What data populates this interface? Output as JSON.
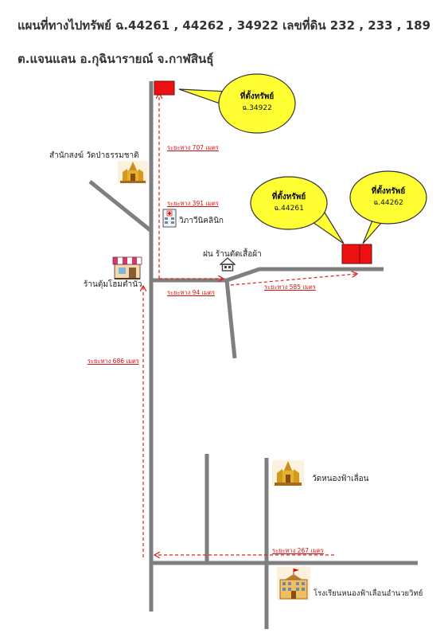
{
  "title": {
    "line1": "แผนที่ทางไปทรัพย์  ฉ.44261 , 44262 , 34922   เลขที่ดิน  232 , 233 , 189",
    "line2": "ต.แจนแลน  อ.กุฉินารายณ์  จ.กาฬสินธุ์"
  },
  "callouts": [
    {
      "label": "ที่ตั้งทรัพย์",
      "code": "ฉ.34922"
    },
    {
      "label": "ที่ตั้งทรัพย์",
      "code": "ฉ.44261"
    },
    {
      "label": "ที่ตั้งทรัพย์",
      "code": "ฉ.44262"
    }
  ],
  "landmarks": {
    "temple_top": "สำนักสงฆ์ วัดป่าธรรมชาติ",
    "clinic": "วิภาวีนิคลินิก",
    "tailor": "ฝน ร้านตัดเสื้อผ้า",
    "noodle_shop": "ร้านตุ้มโฮมตำนัว",
    "temple_bottom": "วัดหนองฟ้าเลื่อน",
    "school": "โรงเรียนหนองฟ้าเลื่อนอำนวยวิทย์"
  },
  "distances": {
    "d707": "ระยะทาง 707  เมตร",
    "d391": "ระยะทาง 391  เมตร",
    "d94": "ระยะทาง 94  เมตร",
    "d585": "ระยะทาง 585  เมตร",
    "d686": "ระยะทาง 686  เมตร",
    "d267": "ระยะทาง 267  เมตร"
  },
  "colors": {
    "road": "#7f7f7f",
    "route": "#e02020",
    "callout_fill": "#ffff33",
    "property_fill": "#ee1111"
  },
  "icons": [
    "temple-icon",
    "hospital-icon",
    "house-icon",
    "shop-icon",
    "school-icon"
  ]
}
